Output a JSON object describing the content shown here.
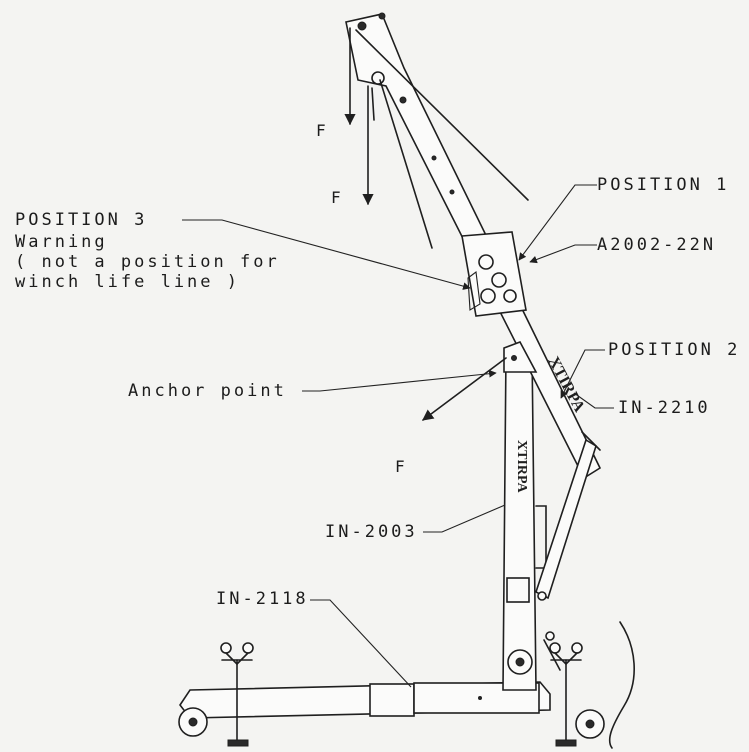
{
  "labels": {
    "position_1": "POSITION 1",
    "a2002": "A2002-22N",
    "position_2": "POSITION 2",
    "in2210": "IN-2210",
    "position_3": "POSITION 3",
    "warning": "Warning",
    "note_line1": "( not a position for",
    "note_line2": "winch life line )",
    "anchor_point": "Anchor point",
    "in2003": "IN-2003",
    "in2118": "IN-2118",
    "force_1": "F",
    "force_2": "F",
    "force_3": "F"
  },
  "branding": {
    "boom_text": "XTIRPA",
    "mast_text": "XTIRPA"
  }
}
